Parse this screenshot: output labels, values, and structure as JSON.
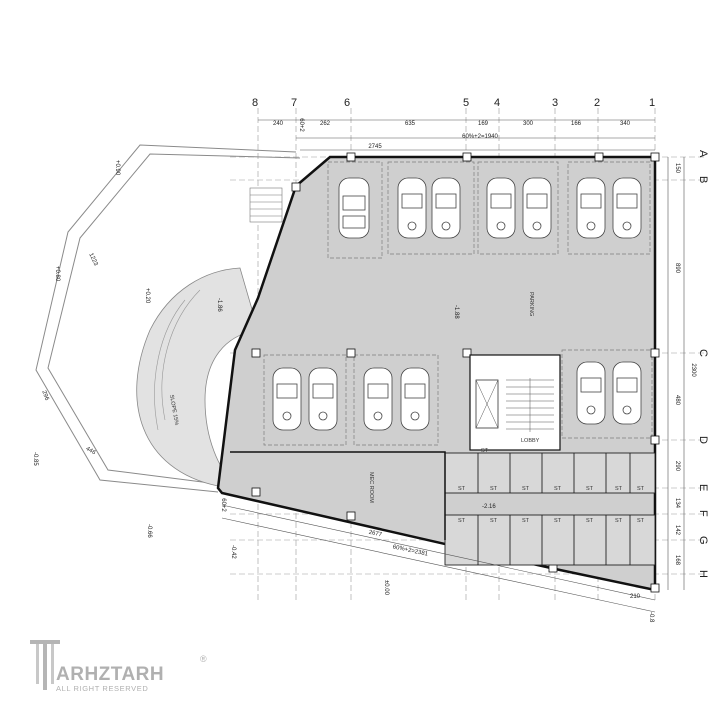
{
  "grid": {
    "vertical": [
      "8",
      "7",
      "6",
      "5",
      "4",
      "3",
      "2",
      "1"
    ],
    "horizontal": [
      "A",
      "B",
      "C",
      "D",
      "E",
      "F",
      "G",
      "H"
    ]
  },
  "dims": {
    "top_row": [
      "240",
      "262",
      "635",
      "169",
      "300",
      "166",
      "340"
    ],
    "small_top": "60+2",
    "total_top": "2745",
    "total_top_pct": "60%+2=1940",
    "right_col": [
      "150",
      "890",
      "2300",
      "480",
      "290",
      "134",
      "142",
      "168"
    ],
    "bottom_total": "2677",
    "bottom_pct": "60%+2=2381",
    "bottom_right": "210",
    "left_a": "1223",
    "left_b": "296",
    "left_c": "446",
    "small_bottom": "60+2"
  },
  "levels": {
    "l1": "+0.90",
    "l2": "+0.80",
    "l3": "+0.20",
    "l4": "-0.85",
    "l5": "-0.66",
    "l6": "-0.42",
    "l7": "±0.00",
    "l8": "-0.8",
    "l9": "-1.88",
    "l10": "-1.86",
    "l11": "-2.16"
  },
  "rooms": {
    "parking": "PARKING",
    "mec_room": "MEC ROOM",
    "slope": "SLOPE 15%",
    "st": "ST",
    "lobby": "LOBBY"
  },
  "logo": {
    "name": "ARHZTARH",
    "tagline": "ALL RIGHT RESERVED",
    "reg": "®"
  }
}
